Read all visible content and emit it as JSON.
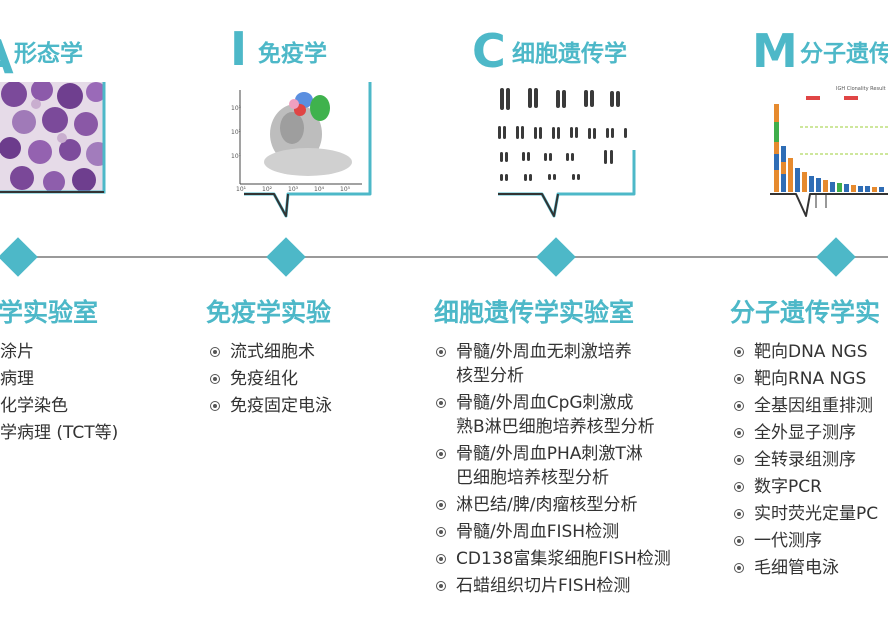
{
  "colors": {
    "accent": "#4db8c8",
    "timeline": "#9a9a9a",
    "text": "#333333"
  },
  "sections": [
    {
      "letter": "A",
      "title": "形态学",
      "lab_title": "学实验室",
      "items": [
        "涂片",
        "病理",
        "化学染色",
        "学病理 (TCT等)"
      ]
    },
    {
      "letter": "I",
      "title": "免疫学",
      "lab_title": "免疫学实验",
      "items": [
        "流式细胞术",
        "免疫组化",
        "免疫固定电泳"
      ],
      "figure_ticks": [
        "10¹",
        "10²",
        "10³",
        "10⁴",
        "10⁵"
      ]
    },
    {
      "letter": "C",
      "title": "细胞遗传学",
      "lab_title": "细胞遗传学实验室",
      "items": [
        [
          "骨髓/外周血无刺激培养",
          "核型分析"
        ],
        [
          "骨髓/外周血CpG刺激成",
          "熟B淋巴细胞培养核型分析"
        ],
        [
          "骨髓/外周血PHA刺激T淋",
          "巴细胞培养核型分析"
        ],
        [
          "淋巴结/脾/肉瘤核型分析"
        ],
        [
          "骨髓/外周血FISH检测"
        ],
        [
          "CD138富集浆细胞FISH检测"
        ],
        [
          "石蜡组织切片FISH检测"
        ]
      ]
    },
    {
      "letter": "M",
      "title": "分子遗传",
      "lab_title": "分子遗传学实",
      "items": [
        "靶向DNA NGS",
        "靶向RNA NGS",
        "全基因组重排测",
        "全外显子测序",
        "全转录组测序",
        "数字PCR",
        "实时荧光定量PC",
        "一代测序",
        "毛细管电泳"
      ],
      "figure_title": "IGH Clonality Result"
    }
  ]
}
